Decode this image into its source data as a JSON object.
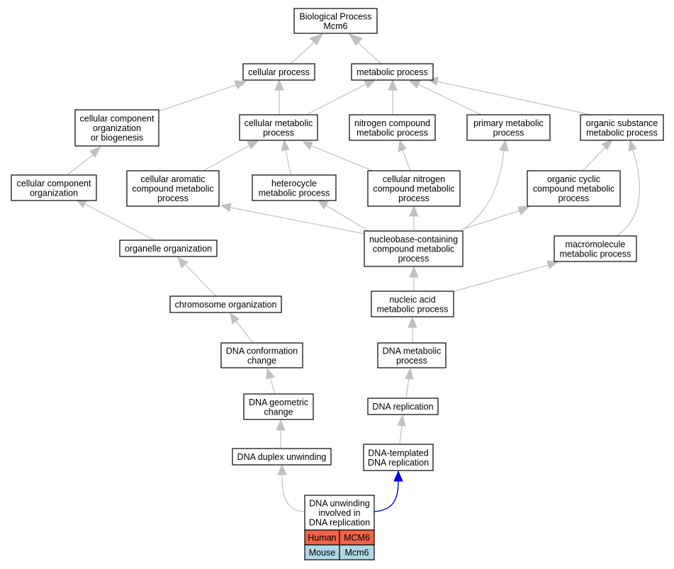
{
  "nodes": {
    "bp": {
      "lines": [
        "Biological Process",
        "Mcm6"
      ]
    },
    "cp": {
      "lines": [
        "cellular process"
      ]
    },
    "mp": {
      "lines": [
        "metabolic process"
      ]
    },
    "ccob": {
      "lines": [
        "cellular component",
        "organization",
        "or biogenesis"
      ]
    },
    "cmp": {
      "lines": [
        "cellular metabolic",
        "process"
      ]
    },
    "ncmp": {
      "lines": [
        "nitrogen compound",
        "metabolic process"
      ]
    },
    "pmp": {
      "lines": [
        "primary metabolic",
        "process"
      ]
    },
    "osmp": {
      "lines": [
        "organic substance",
        "metabolic process"
      ]
    },
    "cco": {
      "lines": [
        "cellular component",
        "organization"
      ]
    },
    "cacmp": {
      "lines": [
        "cellular aromatic",
        "compound metabolic",
        "process"
      ]
    },
    "hmp": {
      "lines": [
        "heterocycle",
        "metabolic process"
      ]
    },
    "cncmp": {
      "lines": [
        "cellular nitrogen",
        "compound metabolic",
        "process"
      ]
    },
    "occmp": {
      "lines": [
        "organic cyclic",
        "compound metabolic",
        "process"
      ]
    },
    "oo": {
      "lines": [
        "organelle organization"
      ]
    },
    "nbccmp": {
      "lines": [
        "nucleobase-containing",
        "compound metabolic",
        "process"
      ]
    },
    "mmp": {
      "lines": [
        "macromolecule",
        "metabolic process"
      ]
    },
    "co": {
      "lines": [
        "chromosome organization"
      ]
    },
    "namp": {
      "lines": [
        "nucleic acid",
        "metabolic process"
      ]
    },
    "dcc": {
      "lines": [
        "DNA conformation",
        "change"
      ]
    },
    "dmp": {
      "lines": [
        "DNA metabolic",
        "process"
      ]
    },
    "dgc": {
      "lines": [
        "DNA geometric",
        "change"
      ]
    },
    "dr": {
      "lines": [
        "DNA replication"
      ]
    },
    "ddu": {
      "lines": [
        "DNA duplex unwinding"
      ]
    },
    "dtdr": {
      "lines": [
        "DNA-templated",
        "DNA replication"
      ]
    },
    "leaf": {
      "lines": [
        "DNA unwinding",
        "involved in",
        "DNA replication"
      ]
    }
  },
  "orthologs": [
    {
      "species": "Human",
      "gene": "MCM6",
      "color": "#f26349"
    },
    {
      "species": "Mouse",
      "gene": "Mcm6",
      "color": "#add8e6"
    }
  ],
  "colors": {
    "edge": "#c0c0c0",
    "highlight_edge": "#0000ee"
  }
}
